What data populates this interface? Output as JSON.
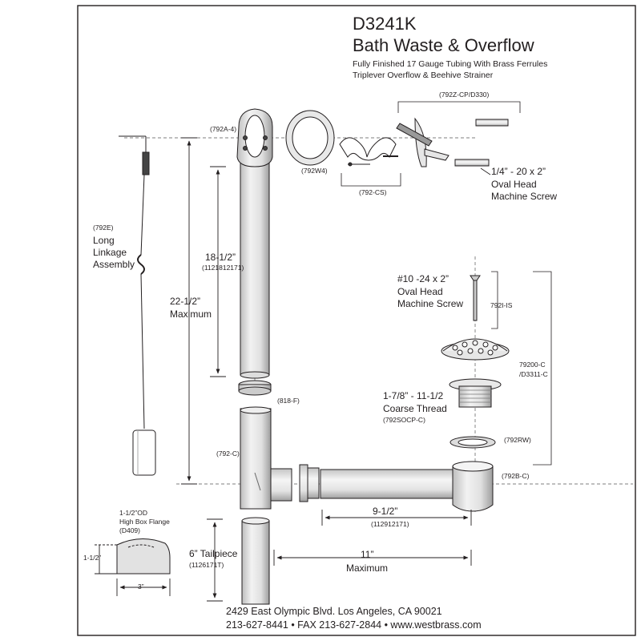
{
  "title": {
    "model": "D3241K",
    "name": "Bath Waste & Overflow",
    "desc1": "Fully Finished 17 Gauge Tubing With Brass Ferrules",
    "desc2": "Triplever Overflow & Beehive Strainer"
  },
  "labels": {
    "p792a4": "(792A-4)",
    "p792w4": "(792W4)",
    "p792cs": "(792-CS)",
    "p792zcp": "(792Z-CP/D330)",
    "screw_size": "1/4” - 20 x 2”",
    "screw_l1": "Oval Head",
    "screw_l2": "Machine Screw",
    "p792e": "(792E)",
    "linkage1": "Long",
    "linkage2": "Linkage",
    "linkage3": "Assembly",
    "dim_18": "18-1/2”",
    "dim_18_pn": "(1121812171)",
    "dim_22": "22-1/2”",
    "dim_22_sub": "Maximum",
    "p818f": "(818-F)",
    "p792c": "(792-C)",
    "screw10_1": "#10 -24 x 2”",
    "screw10_2": "Oval Head",
    "screw10_3": "Machine Screw",
    "p792iis": "792I-IS",
    "p79200c_1": "79200-C",
    "p79200c_2": "/D3311-C",
    "thread_1": "1-7/8” - 11-1/2",
    "thread_2": "Coarse Thread",
    "p792socp": "(792SOCP-C)",
    "p792rw": "(792RW)",
    "p792bc": "(792B-C)",
    "dim_9": "9-1/2”",
    "dim_9_pn": "(112912171)",
    "dim_11": "11”",
    "dim_11_sub": "Maximum",
    "od_1": "1-1/2”OD",
    "od_2": "High Box Flange",
    "od_3": "(D409)",
    "dim_112": "1-1/2”",
    "dim_3": "3”",
    "tail_1": "6” Tailpiece",
    "tail_2": "(1126171T)"
  },
  "footer": {
    "address": "2429 East Olympic Blvd. Los Angeles, CA  90021",
    "contact": "213-627-8441 • FAX 213-627-2844 • www.westbrass.com"
  }
}
